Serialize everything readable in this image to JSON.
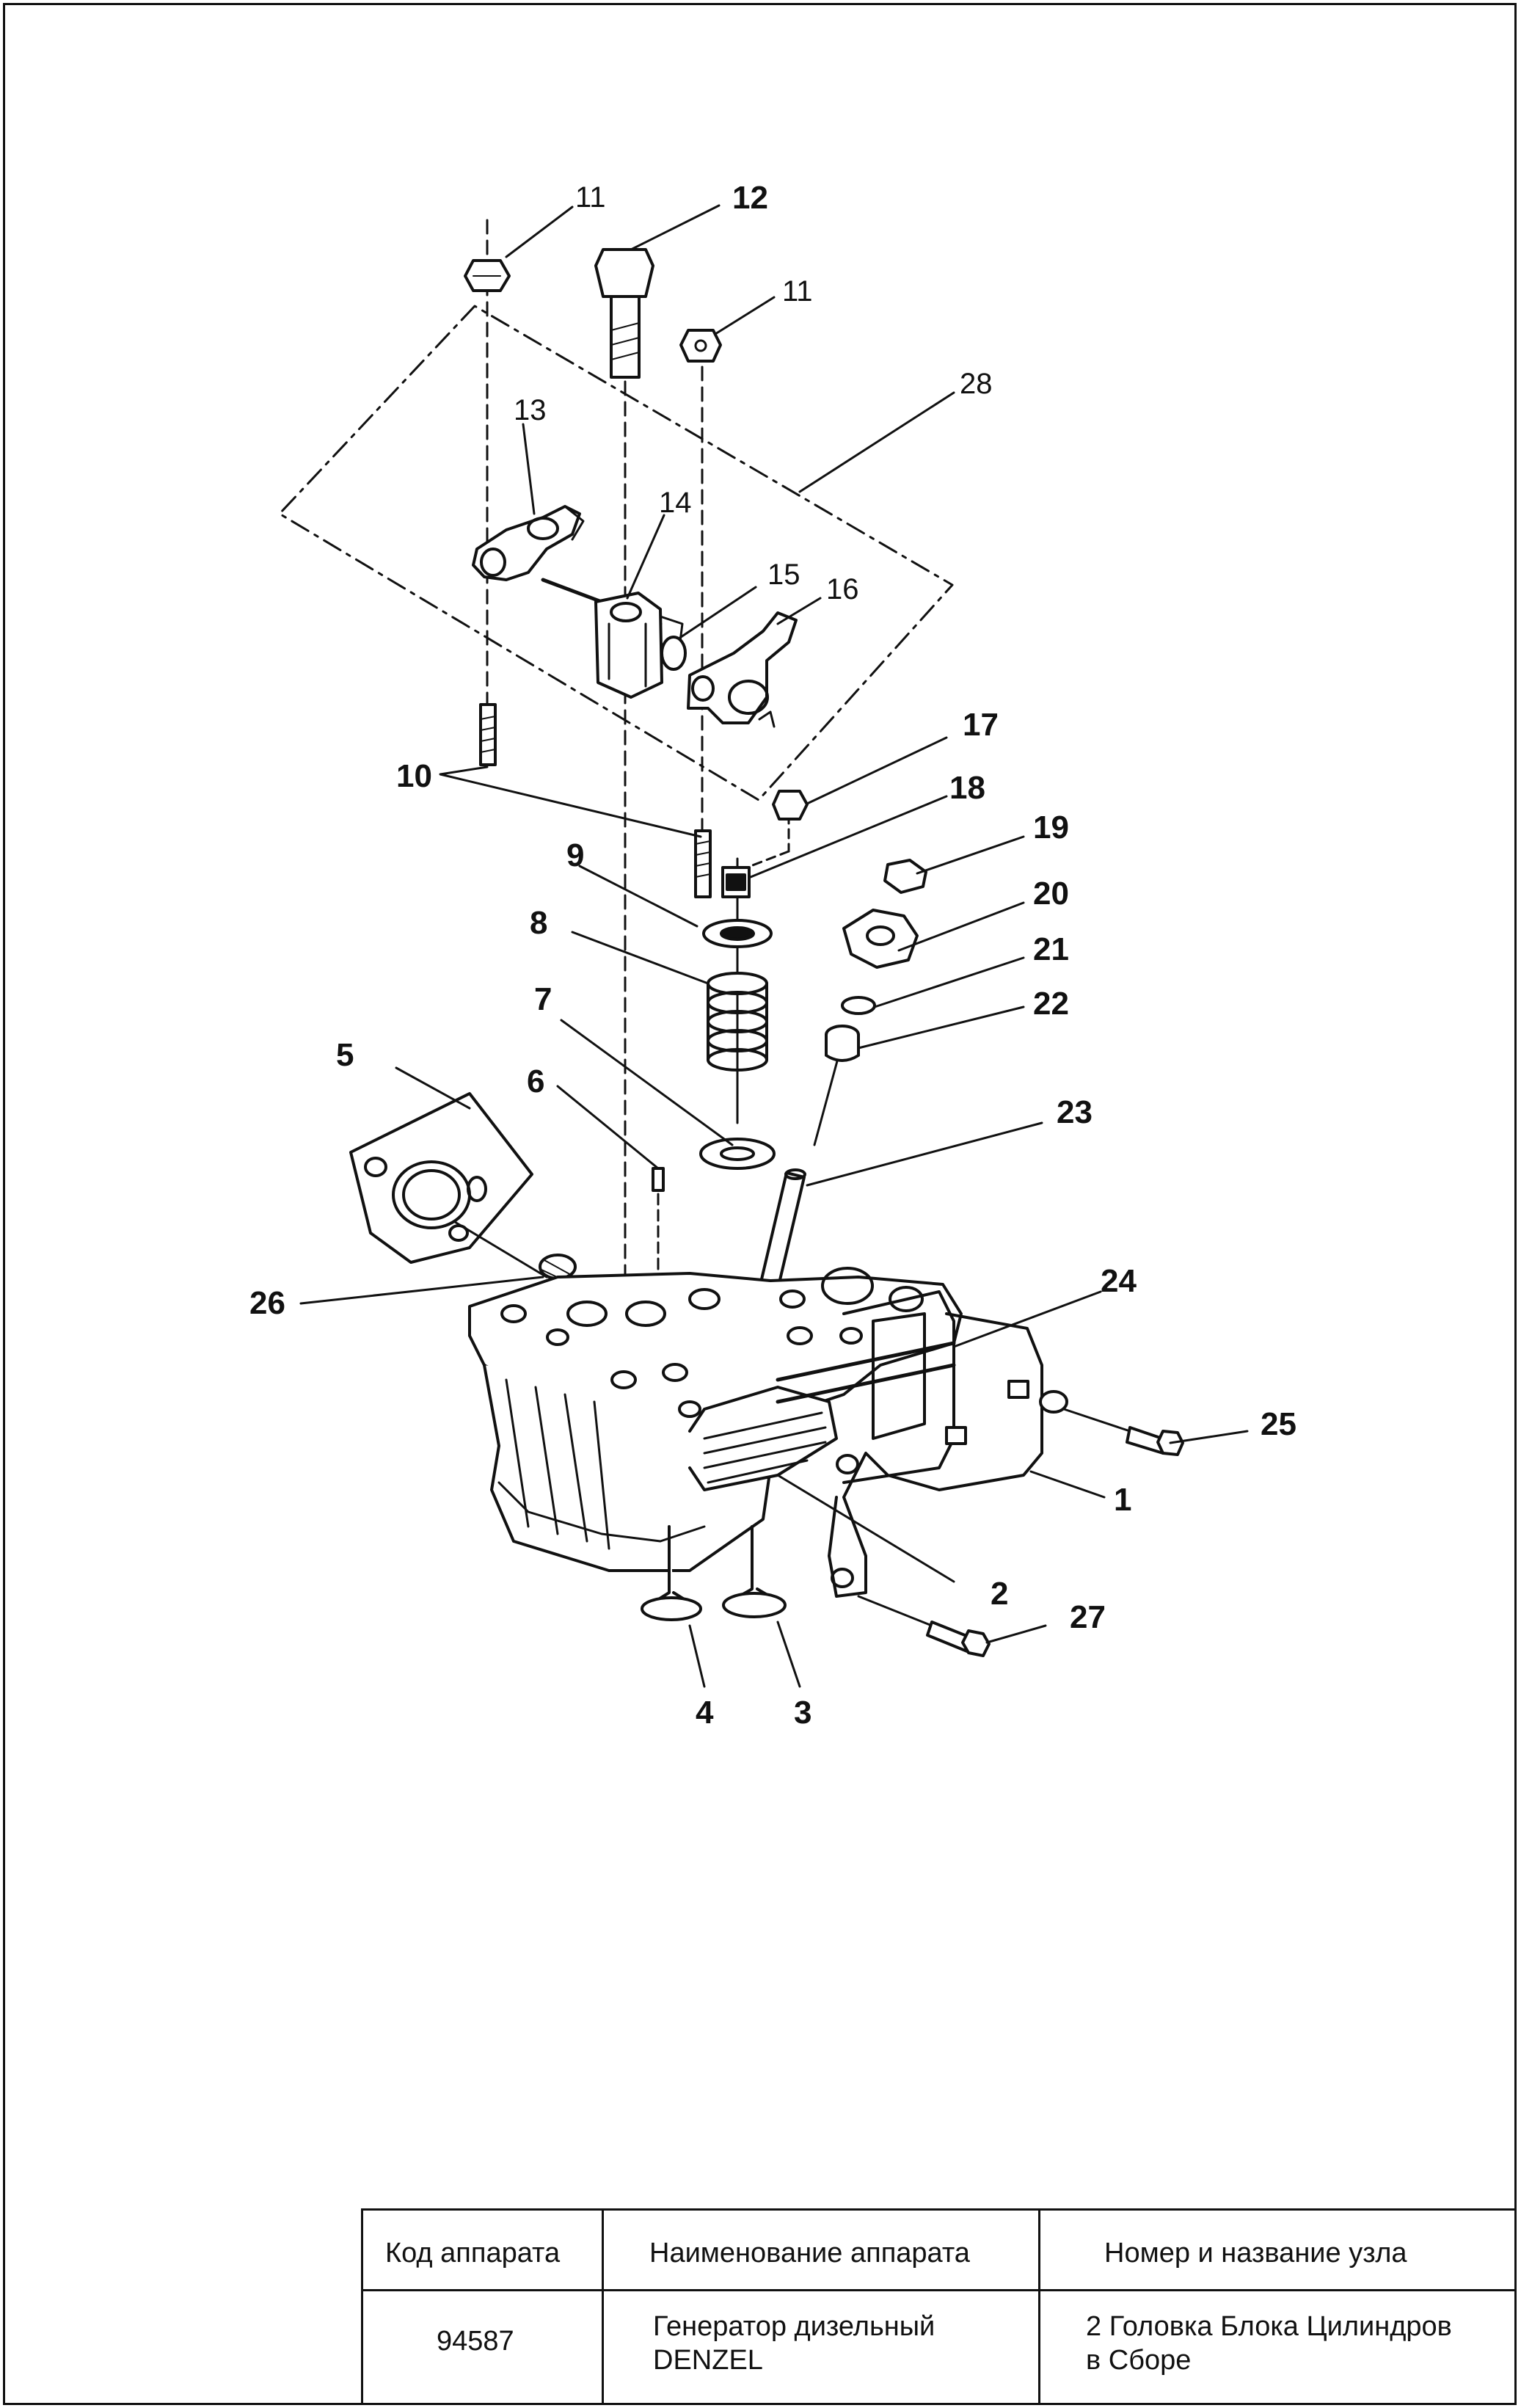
{
  "diagram": {
    "callouts": [
      {
        "id": "11a",
        "text": "11"
      },
      {
        "id": "12",
        "text": "12"
      },
      {
        "id": "11b",
        "text": "11"
      },
      {
        "id": "28",
        "text": "28"
      },
      {
        "id": "13",
        "text": "13"
      },
      {
        "id": "14",
        "text": "14"
      },
      {
        "id": "15",
        "text": "15"
      },
      {
        "id": "16",
        "text": "16"
      },
      {
        "id": "10",
        "text": "10"
      },
      {
        "id": "17",
        "text": "17"
      },
      {
        "id": "18",
        "text": "18"
      },
      {
        "id": "19",
        "text": "19"
      },
      {
        "id": "9",
        "text": "9"
      },
      {
        "id": "20",
        "text": "20"
      },
      {
        "id": "8",
        "text": "8"
      },
      {
        "id": "21",
        "text": "21"
      },
      {
        "id": "22",
        "text": "22"
      },
      {
        "id": "7",
        "text": "7"
      },
      {
        "id": "5",
        "text": "5"
      },
      {
        "id": "6",
        "text": "6"
      },
      {
        "id": "23",
        "text": "23"
      },
      {
        "id": "24",
        "text": "24"
      },
      {
        "id": "26",
        "text": "26"
      },
      {
        "id": "25",
        "text": "25"
      },
      {
        "id": "1",
        "text": "1"
      },
      {
        "id": "2",
        "text": "2"
      },
      {
        "id": "27",
        "text": "27"
      },
      {
        "id": "4",
        "text": "4"
      },
      {
        "id": "3",
        "text": "3"
      }
    ]
  },
  "title_block": {
    "headers": {
      "code": "Код аппарата",
      "name": "Наименование аппарата",
      "unit": "Номер и название узла"
    },
    "values": {
      "code": "94587",
      "name_line1": "Генератор дизельный",
      "name_line2": "DENZEL",
      "unit_line1": "2 Головка Блока Цилиндров",
      "unit_line2": "в Сборе"
    }
  }
}
